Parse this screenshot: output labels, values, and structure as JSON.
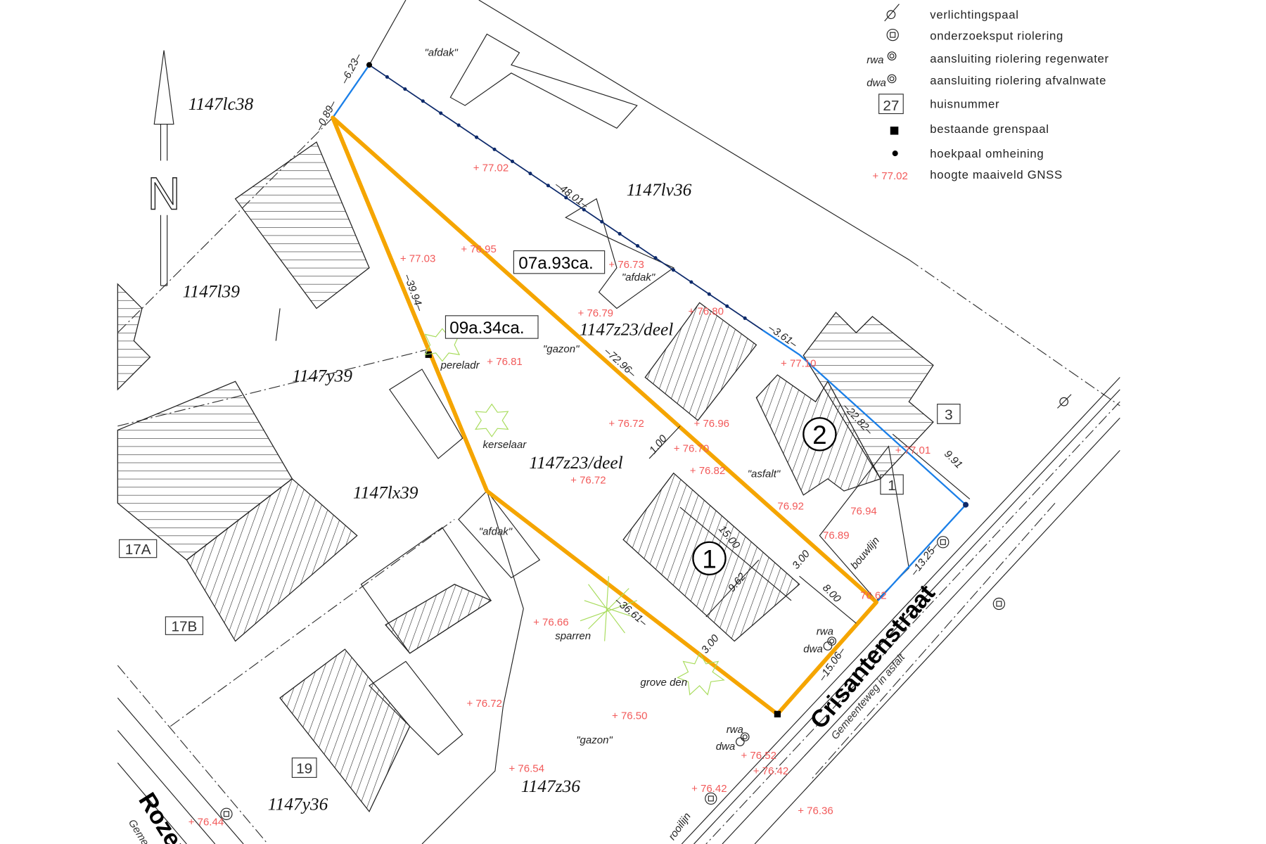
{
  "legend": [
    {
      "icon": "street-light-icon",
      "label": "verlichtingspaal"
    },
    {
      "icon": "inspection-well-icon",
      "label": "onderzoeksput riolering"
    },
    {
      "icon": "rainwater-connection-icon",
      "prefix": "rwa",
      "label": "aansluiting riolering regenwater"
    },
    {
      "icon": "wastewater-connection-icon",
      "prefix": "dwa",
      "label": "aansluiting riolering afvalnwate"
    },
    {
      "icon": "house-number-icon",
      "sample": "27",
      "label": "huisnummer"
    },
    {
      "icon": "boundary-post-icon",
      "label": "bestaande grenspaal"
    },
    {
      "icon": "fence-corner-post-icon",
      "label": "hoekpaal omheining"
    },
    {
      "icon": "height-marker-icon",
      "sample": "+ 77.02",
      "label": "hoogte maaiveld GNSS"
    }
  ],
  "north": {
    "label": "N"
  },
  "parcels": [
    "1147lc38",
    "1147l39",
    "1147y39",
    "1147lv36",
    "1147z23/deel",
    "1147z23/deel",
    "1147lx39",
    "1147y36",
    "1147z36"
  ],
  "areas": [
    "07a.93ca.",
    "09a.34ca."
  ],
  "house_numbers": [
    "3",
    "1",
    "17A",
    "17B",
    "19"
  ],
  "lots": [
    "1",
    "2"
  ],
  "heights": [
    "77.02",
    "76.95",
    "77.03",
    "76.73",
    "76.79",
    "76.80",
    "77.10",
    "76.81",
    "76.72",
    "76.96",
    "76.70",
    "76.82",
    "76.72",
    "76.92",
    "76.94",
    "76.89",
    "77.01",
    "76.62",
    "76.66",
    "76.72",
    "76.50",
    "76.54",
    "76.52",
    "76.42",
    "76.42",
    "76.36",
    "76.44"
  ],
  "dimensions": [
    "0.89",
    "6.23",
    "48.01",
    "39.94",
    "72.96",
    "3.61",
    "22.82",
    "9.91",
    "13.25",
    "1.00",
    "15.00",
    "9.62",
    "3.00",
    "8.00",
    "36.61",
    "3.00",
    "15.06"
  ],
  "labels": {
    "afdak": "\"afdak\"",
    "gazon": "\"gazon\"",
    "asfalt": "\"asfalt\"",
    "pereladr": "pereladr",
    "kerselaar": "kerselaar",
    "sparren": "sparren",
    "grove_den": "grove den",
    "bouwlijn": "bouwlijn",
    "rooilijn": "rooilijn",
    "rwa": "rwa",
    "dwa": "dwa"
  },
  "streets": [
    {
      "name": "Crisantenstraat",
      "sub": "Gemeenteweg in asfalt"
    },
    {
      "name": "Rozen",
      "sub": "Gemeen"
    }
  ],
  "colors": {
    "proposed_boundary": "#f5a500",
    "existing_boundary": "#1a7fe8",
    "fence": "#0d2a6b",
    "heights": "#f25a5a",
    "trees": "#a8dc5c"
  }
}
